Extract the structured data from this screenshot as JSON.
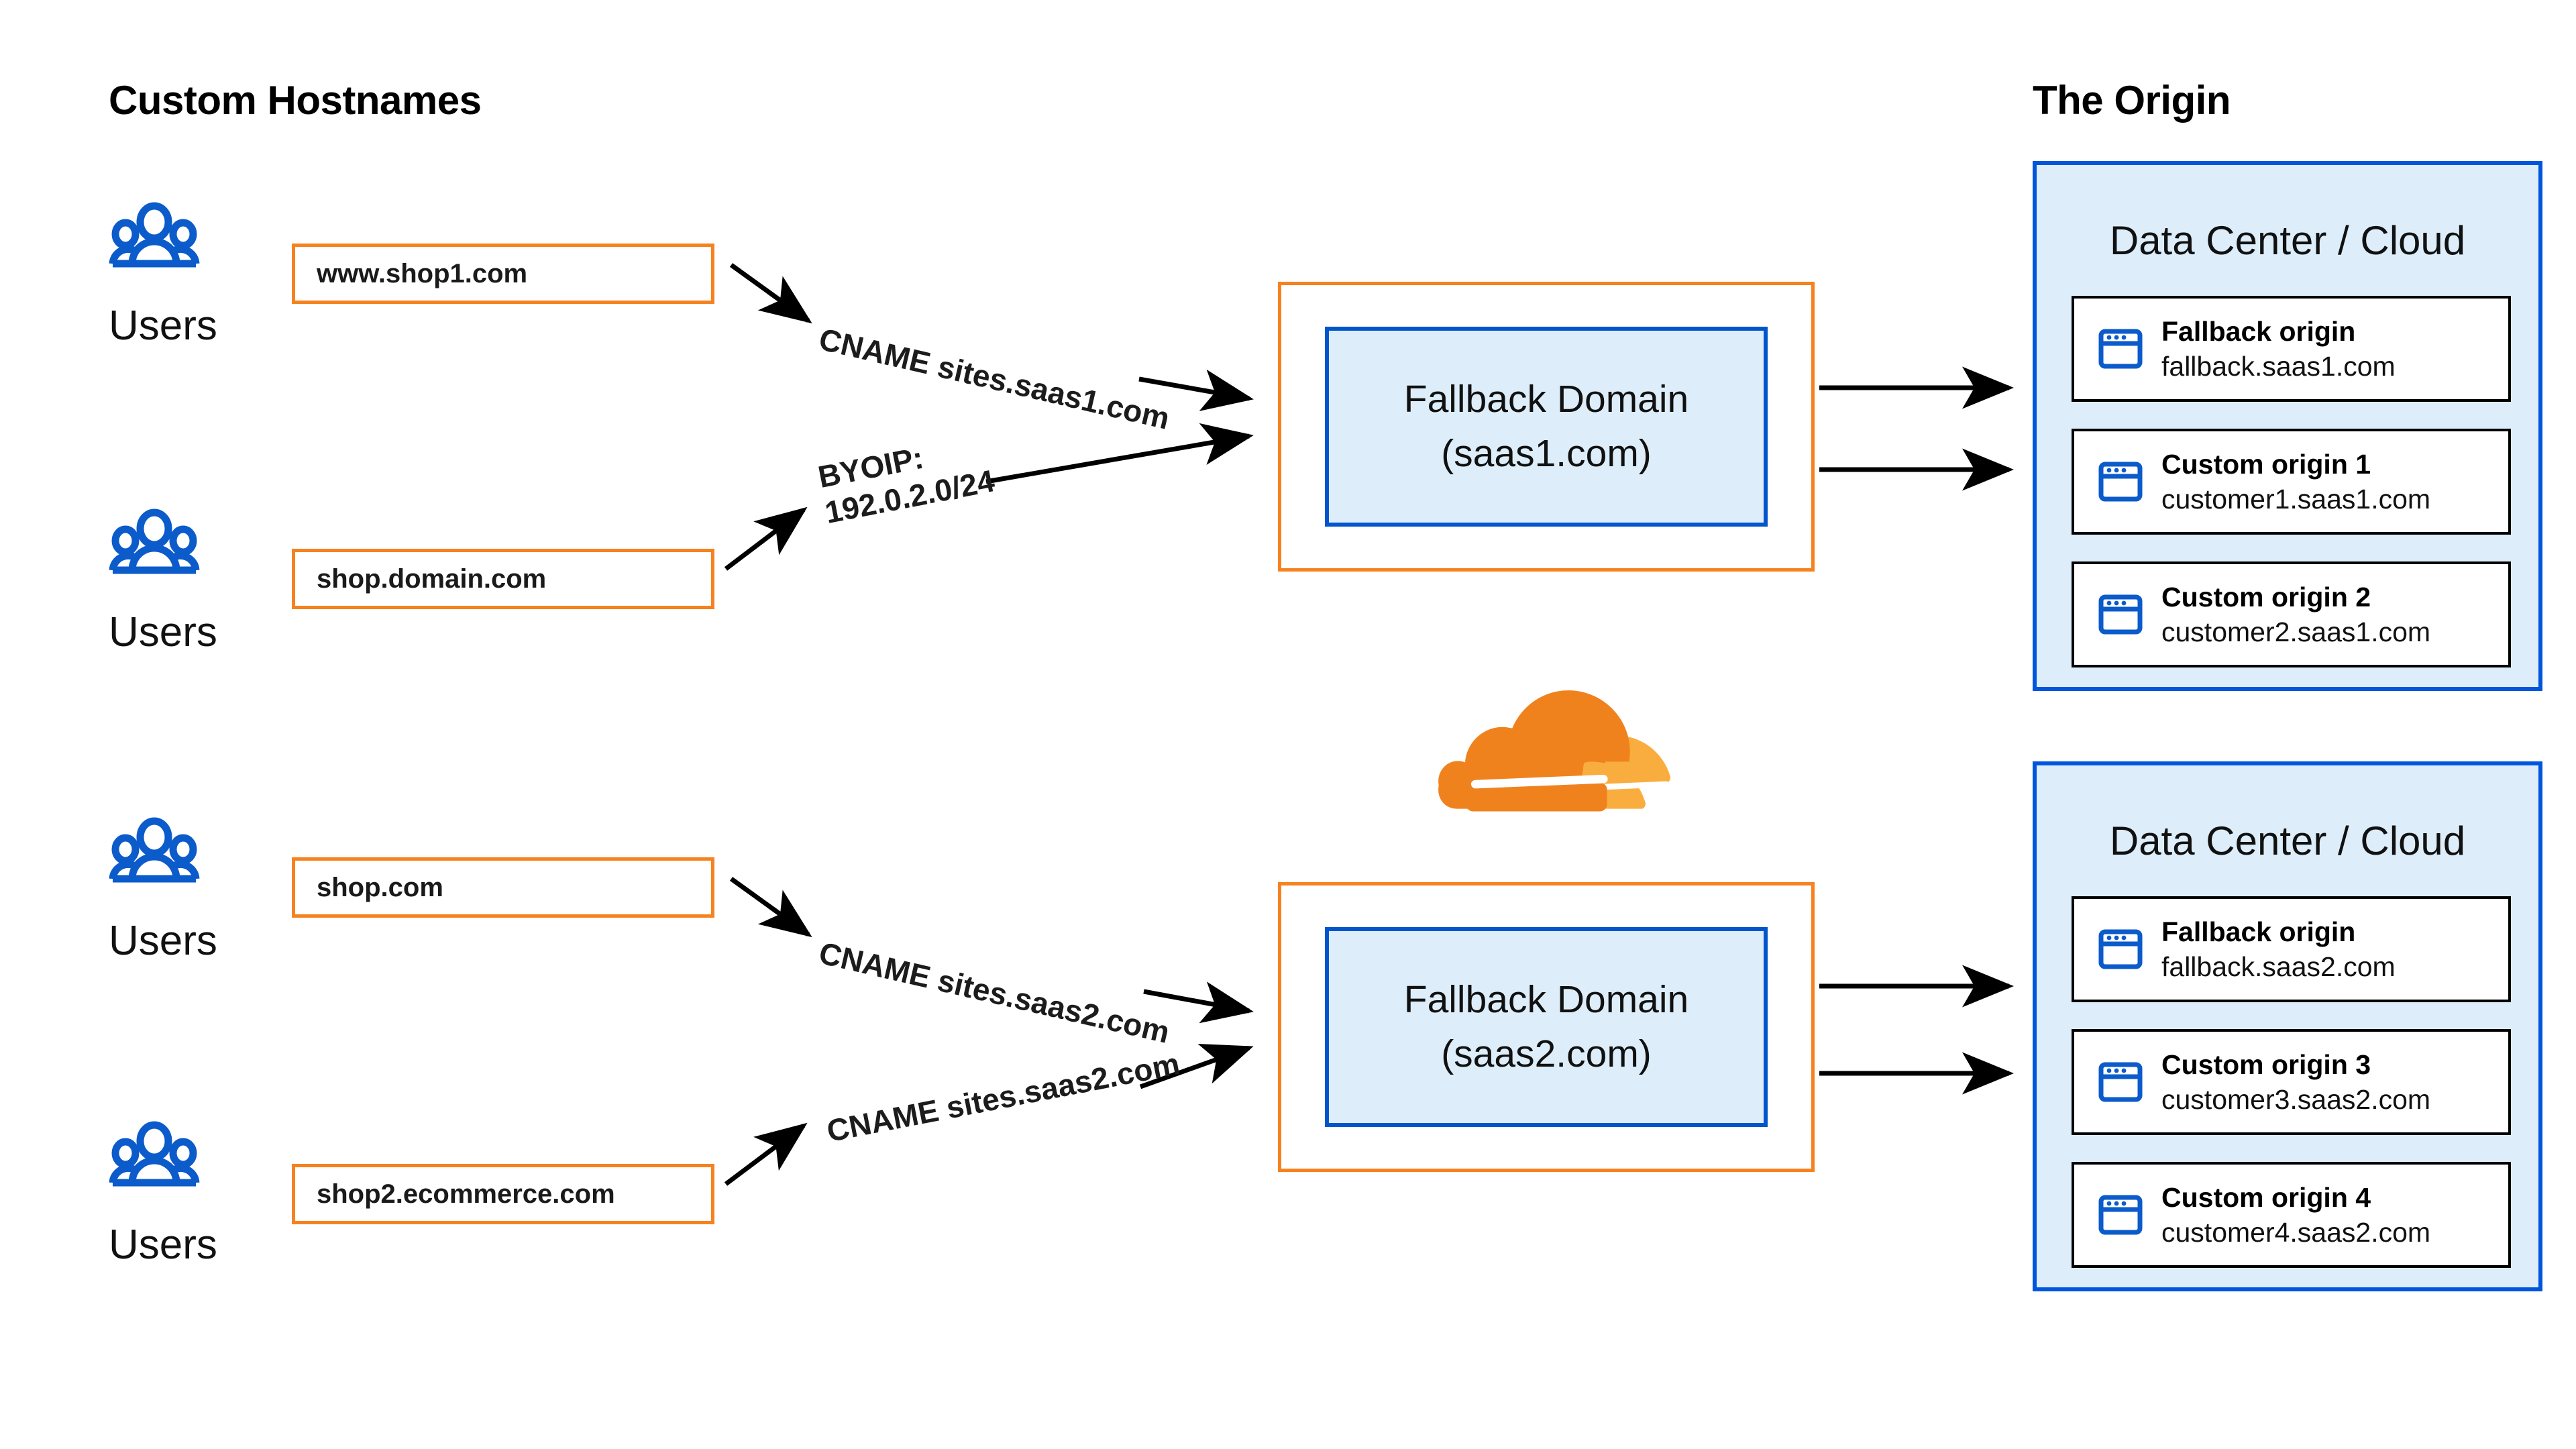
{
  "columns": {
    "left_title": "Custom Hostnames",
    "right_title": "The Origin"
  },
  "colors": {
    "orange": "#F6821F",
    "blue": "#0055CC",
    "panel_fill": "#DDEEFA",
    "cloud_dark": "#F0821E",
    "cloud_light": "#FAAD3F",
    "icon_blue": "#0B5BCB",
    "text": "#111111"
  },
  "users_groups": [
    {
      "icon": "users-icon",
      "label": "Users"
    },
    {
      "icon": "users-icon",
      "label": "Users"
    },
    {
      "icon": "users-icon",
      "label": "Users"
    },
    {
      "icon": "users-icon",
      "label": "Users"
    }
  ],
  "hostnames": [
    {
      "value": "www.shop1.com"
    },
    {
      "value": "shop.domain.com"
    },
    {
      "value": "shop.com"
    },
    {
      "value": "shop2.ecommerce.com"
    }
  ],
  "edge_labels": [
    {
      "id": "cname-saas1",
      "text": "CNAME sites.saas1.com",
      "lines": [
        "CNAME sites.saas1.com"
      ]
    },
    {
      "id": "byoip",
      "text": "BYOIP: 192.0.2.0/24",
      "lines": [
        "BYOIP:",
        "192.0.2.0/24"
      ]
    },
    {
      "id": "cname-saas2-a",
      "text": "CNAME sites.saas2.com",
      "lines": [
        "CNAME sites.saas2.com"
      ]
    },
    {
      "id": "cname-saas2-b",
      "text": "CNAME sites.saas2.com",
      "lines": [
        "CNAME sites.saas2.com"
      ]
    }
  ],
  "fallback_domains": [
    {
      "line1": "Fallback Domain",
      "line2": "(saas1.com)"
    },
    {
      "line1": "Fallback Domain",
      "line2": "(saas2.com)"
    }
  ],
  "data_centers": [
    {
      "title": "Data Center / Cloud",
      "origins": [
        {
          "name": "Fallback origin",
          "host": "fallback.saas1.com",
          "icon": "browser-window-icon"
        },
        {
          "name": "Custom origin 1",
          "host": "customer1.saas1.com",
          "icon": "browser-window-icon"
        },
        {
          "name": "Custom origin 2",
          "host": "customer2.saas1.com",
          "icon": "browser-window-icon"
        }
      ]
    },
    {
      "title": "Data Center / Cloud",
      "origins": [
        {
          "name": "Fallback origin",
          "host": "fallback.saas2.com",
          "icon": "browser-window-icon"
        },
        {
          "name": "Custom origin 3",
          "host": "customer3.saas2.com",
          "icon": "browser-window-icon"
        },
        {
          "name": "Custom origin 4",
          "host": "customer4.saas2.com",
          "icon": "browser-window-icon"
        }
      ]
    }
  ],
  "logo": {
    "name": "cloudflare-logo"
  }
}
